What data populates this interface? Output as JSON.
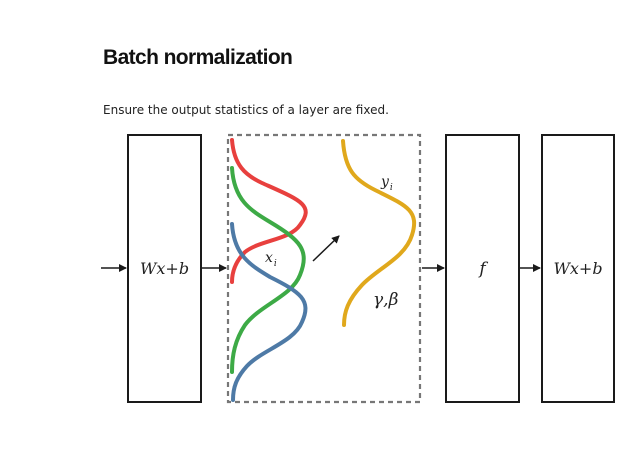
{
  "title": "Batch normalization",
  "subtitle": "Ensure the output statistics of a layer are fixed.",
  "diagram": {
    "left_box": {
      "label": "Wx+b"
    },
    "bn_box": {
      "input_label": "x",
      "input_subscript": "i",
      "output_label": "y",
      "output_subscript": "i",
      "params_label": "γ,β"
    },
    "activation_box": {
      "label": "f"
    },
    "right_box": {
      "label": "Wx+b"
    },
    "colors": {
      "red_curve": "#e8403e",
      "green_curve": "#3daa46",
      "blue_curve": "#4e7aa6",
      "yellow_curve": "#e0a81c",
      "dashed_border": "#777777",
      "box_stroke": "#1a1a1a"
    }
  }
}
